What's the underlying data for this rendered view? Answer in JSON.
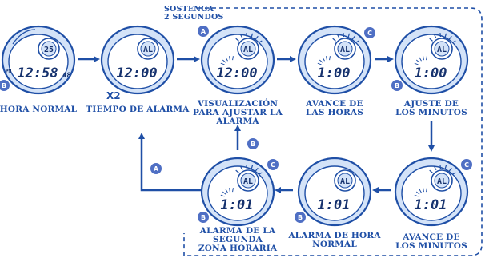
{
  "hold_note": [
    "SOSTENGA",
    "2 SEGUNDOS"
  ],
  "multiplier": "X2",
  "button_letters": {
    "a": "A",
    "b": "B",
    "c": "C"
  },
  "watches": [
    {
      "id": "w1",
      "digits": "12:58",
      "small": "48",
      "prefix": "PM",
      "top": "25",
      "mode": "date",
      "label": [
        "HORA NORMAL"
      ],
      "buttons": [
        {
          "letter": "B",
          "pos": "bl"
        }
      ]
    },
    {
      "id": "w2",
      "digits": "12:00",
      "small": "",
      "prefix": "",
      "top": "AL",
      "mode": "alarm",
      "label": [
        "TIEMPO DE ALARMA"
      ],
      "buttons": []
    },
    {
      "id": "w3",
      "digits": "12:00",
      "small": "",
      "prefix": "",
      "top": "AL",
      "mode": "alarm",
      "flash": true,
      "label": [
        "VISUALIZACIÓN",
        "PARA AJUSTAR LA",
        "ALARMA"
      ],
      "buttons": [
        {
          "letter": "A",
          "pos": "tl"
        }
      ]
    },
    {
      "id": "w4",
      "digits": "1:00",
      "small": "",
      "prefix": "",
      "top": "AL",
      "mode": "alarm",
      "flash": true,
      "label": [
        "AVANCE DE",
        "LAS HORAS"
      ],
      "buttons": [
        {
          "letter": "C",
          "pos": "tr"
        }
      ]
    },
    {
      "id": "w5",
      "digits": "1:00",
      "small": "",
      "prefix": "",
      "top": "AL",
      "mode": "alarm",
      "flash": true,
      "label": [
        "AJUSTE DE",
        "LOS MINUTOS"
      ],
      "buttons": [
        {
          "letter": "B",
          "pos": "bl"
        }
      ]
    },
    {
      "id": "w6",
      "digits": "1:01",
      "small": "",
      "prefix": "",
      "top": "AL",
      "mode": "alarm",
      "flash": true,
      "label": [
        "AVANCE DE",
        "LOS MINUTOS"
      ],
      "buttons": [
        {
          "letter": "C",
          "pos": "tr"
        }
      ]
    },
    {
      "id": "w7",
      "digits": "1:01",
      "small": "",
      "prefix": "",
      "top": "AL",
      "mode": "alarm",
      "label": [
        "ALARMA DE HORA",
        "NORMAL"
      ],
      "buttons": [
        {
          "letter": "B",
          "pos": "bl"
        }
      ]
    },
    {
      "id": "w8",
      "digits": "1:01",
      "small": "",
      "prefix": "",
      "top": "AL",
      "mode": "alarm",
      "flash": true,
      "label": [
        "ALARMA DE LA",
        "SEGUNDA",
        "ZONA HORARIA"
      ],
      "buttons": [
        {
          "letter": "C",
          "pos": "tr"
        },
        {
          "letter": "B",
          "pos": "bl"
        }
      ]
    }
  ],
  "colors": {
    "blue": "#1f4fa6",
    "light": "#d4e3f8",
    "screen": "#ffffff",
    "button": "#4f6fc4"
  }
}
